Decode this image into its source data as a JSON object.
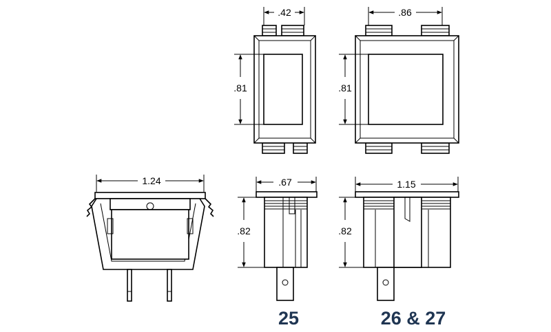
{
  "views": {
    "top_small": {
      "width": ".42",
      "height": ".81"
    },
    "top_large": {
      "width": ".86",
      "height": ".81"
    },
    "side": {
      "width": "1.24"
    },
    "end_small": {
      "width": ".67",
      "height": ".82"
    },
    "end_large": {
      "width": "1.15",
      "height": ".82"
    }
  },
  "labels": {
    "model_small": "25",
    "model_large": "26 & 27"
  },
  "colors": {
    "line": "#000000",
    "model_label": "#1f3552"
  }
}
